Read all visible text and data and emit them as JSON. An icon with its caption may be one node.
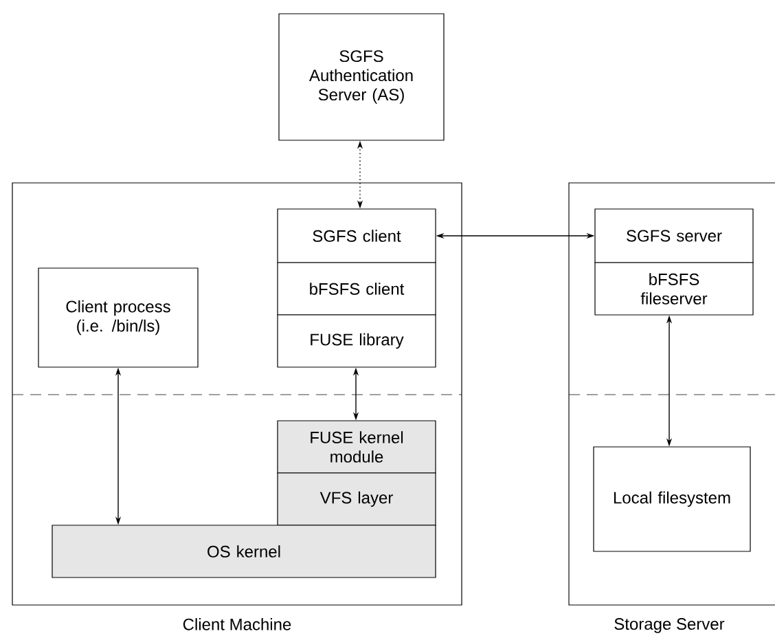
{
  "diagram": {
    "nodes": [
      {
        "text": [
          "SGFS Authentication Server (AS)"
        ]
      },
      {
        "text": [
          "Client Machine"
        ]
      },
      {
        "text": [
          "Storage Server"
        ]
      },
      {
        "text": [
          "Client process (i.e. /bin/ls)"
        ],
        "in": 1
      },
      {
        "text": [
          "SGFS client"
        ],
        "in": 1
      },
      {
        "text": [
          "bFSFS client"
        ],
        "in": 1
      },
      {
        "text": [
          "FUSE library"
        ],
        "in": 1
      },
      {
        "text": [
          "FUSE kernel module"
        ],
        "in": 1
      },
      {
        "text": [
          "VFS layer"
        ],
        "in": 1
      },
      {
        "text": [
          "OS kernel"
        ],
        "in": 1
      },
      {
        "text": [
          "SGFS server"
        ],
        "in": 2
      },
      {
        "text": [
          "bFSFS fileserver"
        ],
        "in": 2
      },
      {
        "text": [
          "Local filesystem"
        ],
        "in": 2
      }
    ],
    "edges": [
      {
        "from": 0,
        "to": 4,
        "arrow": "both",
        "style": "dashed"
      },
      {
        "from": 4,
        "to": 10,
        "arrow": "both"
      },
      {
        "from": 3,
        "to": 9,
        "arrow": "both"
      },
      {
        "from": 6,
        "to": 7,
        "arrow": "both"
      },
      {
        "from": 11,
        "to": 12,
        "arrow": "both"
      }
    ]
  }
}
